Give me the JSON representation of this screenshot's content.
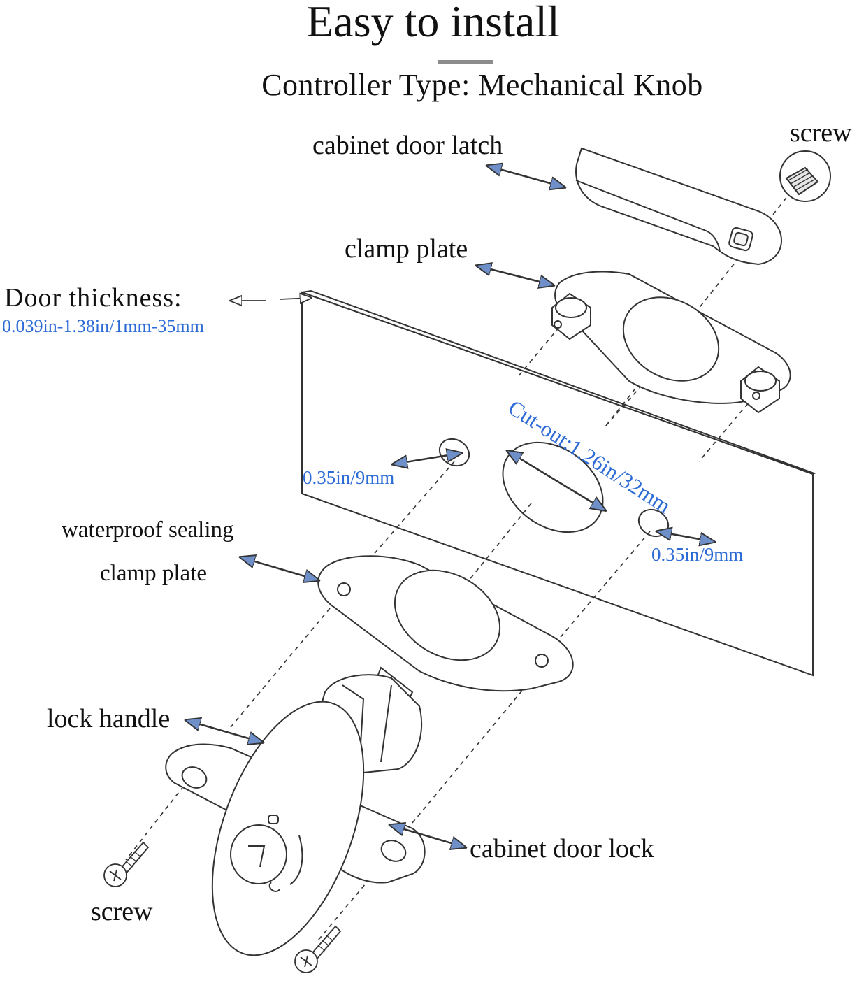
{
  "title": "Easy to install",
  "subtitle": "Controller Type: Mechanical Knob",
  "labels": {
    "cabinet_door_latch": "cabinet door latch",
    "screw_top": "screw",
    "clamp_plate": "clamp plate",
    "door_thickness": "Door thickness:",
    "door_thickness_value": "0.039in-1.38in/1mm-35mm",
    "cutout": "Cut-out:1.26in/32mm",
    "hole_left": "0.35in/9mm",
    "hole_right": "0.35in/9mm",
    "waterproof_line1": "waterproof sealing",
    "waterproof_line2": "clamp plate",
    "lock_handle": "lock handle",
    "cabinet_door_lock": "cabinet door lock",
    "screw_bottom": "screw"
  },
  "colors": {
    "accent_text": "#2c6bd6",
    "arrow_fill": "#6f8fc9",
    "line": "#333333"
  }
}
